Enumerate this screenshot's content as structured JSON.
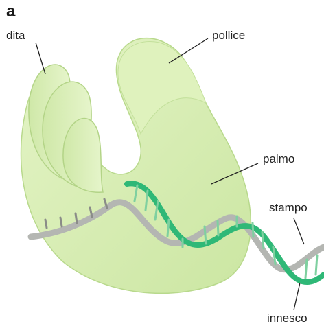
{
  "panel_letter": "a",
  "labels": {
    "fingers": "dita",
    "thumb": "pollice",
    "palm": "palmo",
    "template": "stampo",
    "primer": "innesco"
  },
  "colors": {
    "polymerase_fill": "#d6edb2",
    "polymerase_edge": "#b8d98c",
    "template_strand": "#b4b6b2",
    "primer_strand": "#2fb877",
    "leader_line": "#222222"
  }
}
